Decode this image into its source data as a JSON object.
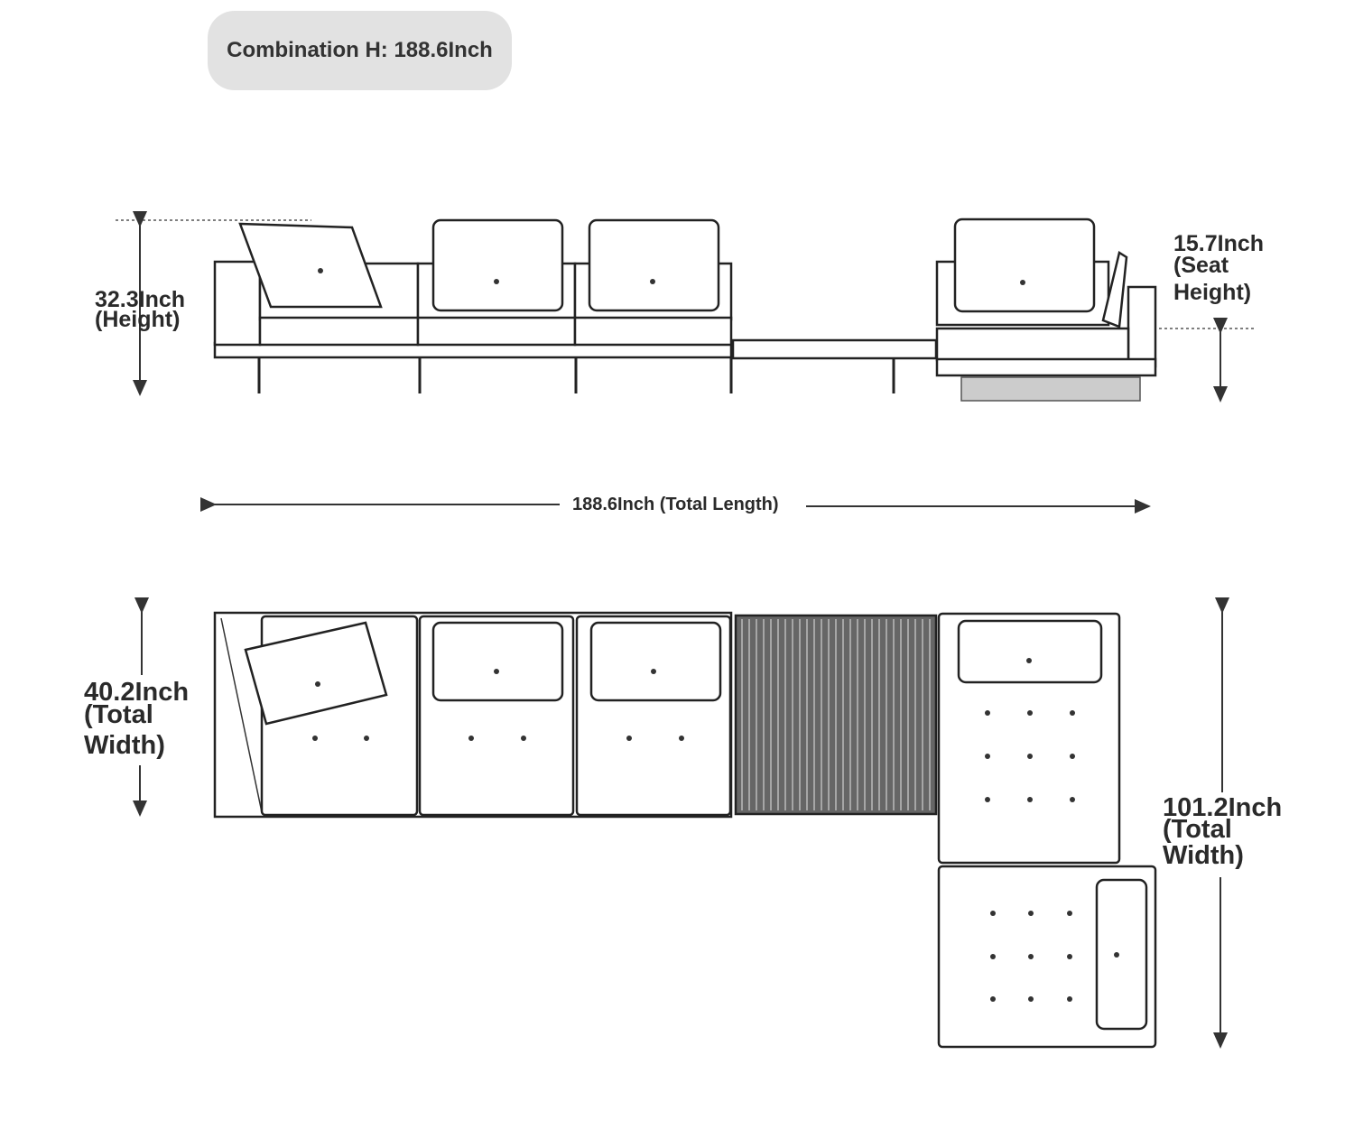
{
  "badge": {
    "text": "Combination H: 188.6Inch"
  },
  "dimensions": {
    "height": {
      "value": "32.3Inch",
      "caption": "(Height)"
    },
    "seat_height": {
      "value": "15.7Inch",
      "caption_1": "(Seat",
      "caption_2": "Height)"
    },
    "total_length": {
      "text": "188.6Inch (Total Length)"
    },
    "left_width": {
      "value": "40.2Inch",
      "caption_1": "(Total",
      "caption_2": "Width)"
    },
    "right_width": {
      "value": "101.2Inch",
      "caption_1": "(Total",
      "caption_2": "Width)"
    }
  }
}
